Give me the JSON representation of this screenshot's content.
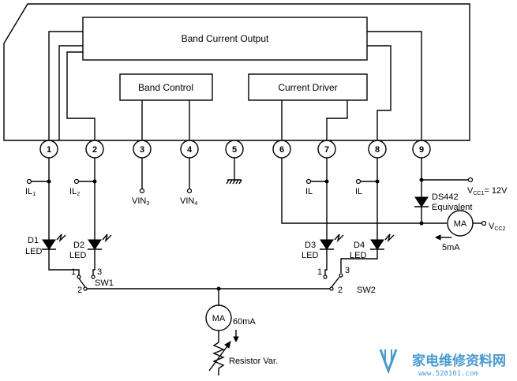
{
  "blocks": {
    "band_current_output": "Band Current Output",
    "band_control": "Band Control",
    "current_driver": "Current Driver"
  },
  "pins": [
    "1",
    "2",
    "3",
    "4",
    "5",
    "6",
    "7",
    "8",
    "9"
  ],
  "terminals": {
    "il1": "IL",
    "il1_sub": "1",
    "il2": "IL",
    "il2_sub": "2",
    "il_7": "IL",
    "il_8": "IL",
    "vin3": "VIN",
    "vin3_sub": "3",
    "vin4": "VIN",
    "vin4_sub": "4",
    "vcc1": "V",
    "vcc1_sub": "CC1",
    "vcc1_value": "= 12V",
    "vcc2": "V",
    "vcc2_sub": "CC2"
  },
  "components": {
    "d1": "D1",
    "d2": "D2",
    "d3": "D3",
    "d4": "D4",
    "led": "LED",
    "ds442": "DS442",
    "equivalent": "Equivalent",
    "meter": "MA",
    "meter_small_value": "5mA",
    "meter_main_value": "60mA",
    "resistor": "Resistor Var."
  },
  "switches": {
    "sw1": "SW1",
    "sw2": "SW2",
    "pos1": "1",
    "pos2": "2",
    "pos3": "3"
  },
  "watermark": {
    "text": "家电维修资料网",
    "url": "www.520101.com",
    "color": "#4a9bd0"
  }
}
